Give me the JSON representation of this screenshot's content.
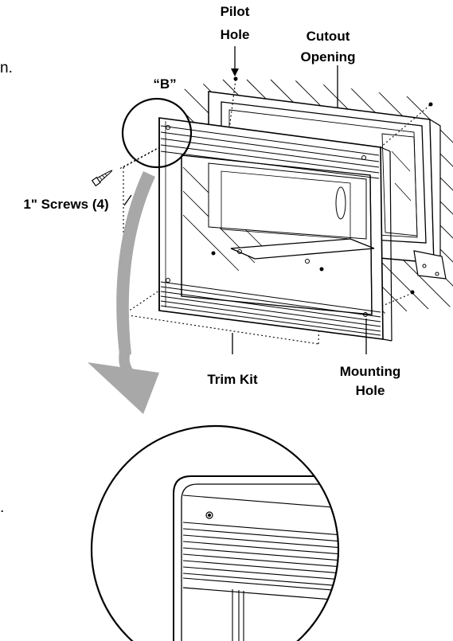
{
  "labels": {
    "pilot_hole": [
      "Pilot",
      "Hole"
    ],
    "cutout_opening": [
      "Cutout",
      "Opening"
    ],
    "detail_b": "“B”",
    "screws": "1\" Screws (4)",
    "trim_kit": "Trim Kit",
    "mounting_hole": [
      "Mounting",
      "Hole"
    ]
  },
  "cropped_text": {
    "top_left": "n.",
    "bottom_left": "."
  },
  "colors": {
    "line": "#000000",
    "arrow_fill": "#a8a8a8",
    "background": "#ffffff"
  }
}
